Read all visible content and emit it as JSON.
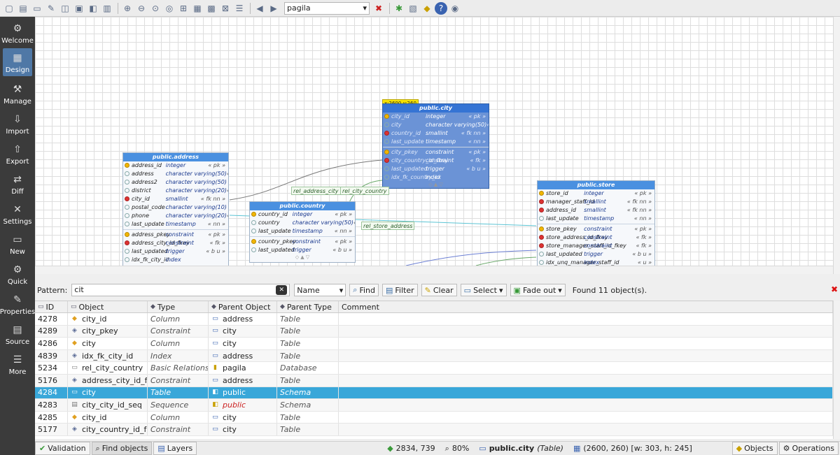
{
  "toolbar": {
    "database": "pagila",
    "icons": [
      "new-icon",
      "new-file-icon",
      "open-icon",
      "edit-icon",
      "save-as-icon",
      "save-icon",
      "export-icon",
      "print-icon",
      "zoom-in-icon",
      "zoom-out-icon",
      "zoom-fit-icon",
      "zoom-area-icon",
      "layout-icon",
      "grid-icon",
      "grid-dense-icon",
      "align-grid-icon",
      "overview-icon"
    ]
  },
  "sidebar": {
    "items": [
      {
        "label": "Welcome",
        "icon": "welcome-icon"
      },
      {
        "label": "Design",
        "icon": "design-icon",
        "active": true
      },
      {
        "label": "Manage",
        "icon": "manage-icon"
      },
      {
        "label": "Import",
        "icon": "import-icon"
      },
      {
        "label": "Export",
        "icon": "export-icon"
      },
      {
        "label": "Diff",
        "icon": "diff-icon"
      },
      {
        "label": "Settings",
        "icon": "settings-icon"
      },
      {
        "label": "New",
        "icon": "new-icon"
      },
      {
        "label": "Quick",
        "icon": "quick-icon"
      },
      {
        "label": "Properties",
        "icon": "properties-icon"
      },
      {
        "label": "Source",
        "icon": "source-icon"
      },
      {
        "label": "More",
        "icon": "more-icon"
      }
    ]
  },
  "diagram": {
    "position_tag": "x:2600 y:260",
    "tables": {
      "city": {
        "title": "public.city",
        "columns": [
          [
            "city_id",
            "integer",
            "« pk »"
          ],
          [
            "city",
            "character varying(50)",
            "« nn »"
          ],
          [
            "country_id",
            "smallint",
            "« fk nn »"
          ],
          [
            "last_update",
            "timestamp",
            "« nn »"
          ]
        ],
        "extras": [
          [
            "city_pkey",
            "constraint",
            "« pk »"
          ],
          [
            "city_country_id_fkey",
            "constraint",
            "« fk »"
          ],
          [
            "last_updated",
            "trigger",
            "« b u »"
          ],
          [
            "idx_fk_country_id",
            "index",
            ""
          ]
        ]
      },
      "address": {
        "title": "public.address",
        "columns": [
          [
            "address_id",
            "integer",
            "« pk »"
          ],
          [
            "address",
            "character varying(50)",
            "« nn »"
          ],
          [
            "address2",
            "character varying(50)",
            ""
          ],
          [
            "district",
            "character varying(20)",
            "« nn »"
          ],
          [
            "city_id",
            "smallint",
            "« fk nn »"
          ],
          [
            "postal_code",
            "character varying(10)",
            ""
          ],
          [
            "phone",
            "character varying(20)",
            "« nn »"
          ],
          [
            "last_update",
            "timestamp",
            "« nn »"
          ]
        ],
        "extras": [
          [
            "address_pkey",
            "constraint",
            "« pk »"
          ],
          [
            "address_city_id_fkey",
            "constraint",
            "« fk »"
          ],
          [
            "last_updated",
            "trigger",
            "« b u »"
          ],
          [
            "idx_fk_city_id",
            "index",
            ""
          ]
        ]
      },
      "country": {
        "title": "public.country",
        "columns": [
          [
            "country_id",
            "integer",
            "« pk »"
          ],
          [
            "country",
            "character varying(50)",
            "« nn »"
          ],
          [
            "last_update",
            "timestamp",
            "« nn »"
          ]
        ],
        "extras": [
          [
            "country_pkey",
            "constraint",
            "« pk »"
          ],
          [
            "last_updated",
            "trigger",
            "« b u »"
          ]
        ]
      },
      "store": {
        "title": "public.store",
        "columns": [
          [
            "store_id",
            "integer",
            "« pk »"
          ],
          [
            "manager_staff_id",
            "smallint",
            "« fk nn »"
          ],
          [
            "address_id",
            "smallint",
            "« fk nn »"
          ],
          [
            "last_update",
            "timestamp",
            "« nn »"
          ]
        ],
        "extras": [
          [
            "store_pkey",
            "constraint",
            "« pk »"
          ],
          [
            "store_address_id_fkey",
            "constraint",
            "« fk »"
          ],
          [
            "store_manager_staff_id_fkey",
            "constraint",
            "« fk »"
          ],
          [
            "last_updated",
            "trigger",
            "« b u »"
          ],
          [
            "idx_unq_manager_staff_id",
            "index",
            "« u »"
          ]
        ]
      }
    },
    "relationships": [
      "rel_address_city",
      "rel_city_country",
      "rel_store_address"
    ]
  },
  "search": {
    "pattern_label": "Pattern:",
    "pattern_value": "cit",
    "attribute": "Name",
    "find": "Find",
    "filter": "Filter",
    "clear": "Clear",
    "select": "Select",
    "fade_out": "Fade out",
    "found": "Found 11 object(s)."
  },
  "results": {
    "headers": [
      "ID",
      "Object",
      "Type",
      "Parent Object",
      "Parent Type",
      "Comment"
    ],
    "rows": [
      {
        "id": "4278",
        "object": "city_id",
        "type": "Column",
        "parent": "address",
        "ptype": "Table",
        "oicon": "column-icon",
        "picon": "table-icon"
      },
      {
        "id": "4289",
        "object": "city_pkey",
        "type": "Constraint",
        "parent": "city",
        "ptype": "Table",
        "oicon": "constraint-icon",
        "picon": "table-icon"
      },
      {
        "id": "4286",
        "object": "city",
        "type": "Column",
        "parent": "city",
        "ptype": "Table",
        "oicon": "column-icon",
        "picon": "table-icon"
      },
      {
        "id": "4839",
        "object": "idx_fk_city_id",
        "type": "Index",
        "parent": "address",
        "ptype": "Table",
        "oicon": "index-icon",
        "picon": "table-icon"
      },
      {
        "id": "5234",
        "object": "rel_city_country",
        "type": "Basic Relationship",
        "parent": "pagila",
        "ptype": "Database",
        "oicon": "relationship-icon",
        "picon": "database-icon"
      },
      {
        "id": "5176",
        "object": "address_city_id_fkey",
        "type": "Constraint",
        "parent": "address",
        "ptype": "Table",
        "oicon": "constraint-icon",
        "picon": "table-icon"
      },
      {
        "id": "4284",
        "object": "city",
        "type": "Table",
        "parent": "public",
        "ptype": "Schema",
        "oicon": "table-icon",
        "picon": "schema-icon",
        "selected": true
      },
      {
        "id": "4283",
        "object": "city_city_id_seq",
        "type": "Sequence",
        "parent": "public",
        "ptype": "Schema",
        "oicon": "sequence-icon",
        "picon": "schema-icon",
        "red": true
      },
      {
        "id": "4285",
        "object": "city_id",
        "type": "Column",
        "parent": "city",
        "ptype": "Table",
        "oicon": "column-icon",
        "picon": "table-icon"
      },
      {
        "id": "5177",
        "object": "city_country_id_fkey",
        "type": "Constraint",
        "parent": "city",
        "ptype": "Table",
        "oicon": "constraint-icon",
        "picon": "table-icon"
      }
    ]
  },
  "status": {
    "tabs": [
      "Validation",
      "Find objects",
      "Layers"
    ],
    "coords": "2834, 739",
    "zoom": "80%",
    "object": "public.city",
    "object_type": "(Table)",
    "geometry": "(2600, 260) [w: 303, h: 245]",
    "right_tabs": [
      "Objects",
      "Operations"
    ]
  }
}
